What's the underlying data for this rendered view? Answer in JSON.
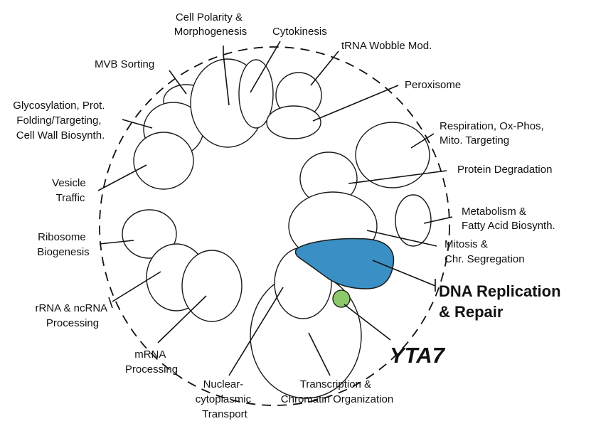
{
  "colors": {
    "dna_cluster": "#3a8fc4",
    "yta7_node": "#8cc96a",
    "outline": "#1a1a1a"
  },
  "labels": {
    "cell_polarity": [
      "Cell Polarity &",
      "Morphogenesis"
    ],
    "cytokinesis": [
      "Cytokinesis"
    ],
    "trna": [
      "tRNA Wobble Mod."
    ],
    "mvb": [
      "MVB Sorting"
    ],
    "peroxisome": [
      "Peroxisome"
    ],
    "glycosylation": [
      "Glycosylation, Prot.",
      "Folding/Targeting,",
      "Cell Wall Biosynth."
    ],
    "respiration": [
      "Respiration, Ox-Phos,",
      "Mito. Targeting"
    ],
    "vesicle": [
      "Vesicle",
      "Traffic"
    ],
    "protein_degradation": [
      "Protein Degradation"
    ],
    "metabolism": [
      "Metabolism &",
      "Fatty Acid Biosynth."
    ],
    "ribosome": [
      "Ribosome",
      "Biogenesis"
    ],
    "mitosis": [
      "Mitosis &",
      "Chr. Segregation"
    ],
    "dna_replication": [
      "DNA Replication",
      "& Repair"
    ],
    "rrna": [
      "rRNA & ncRNA",
      "Processing"
    ],
    "yta7": [
      "YTA7"
    ],
    "mrna": [
      "mRNA",
      "Processing"
    ],
    "nuclear": [
      "Nuclear-",
      "cytoplasmic",
      "Transport"
    ],
    "transcription": [
      "Transcription &",
      "Chromatin Organization"
    ]
  }
}
